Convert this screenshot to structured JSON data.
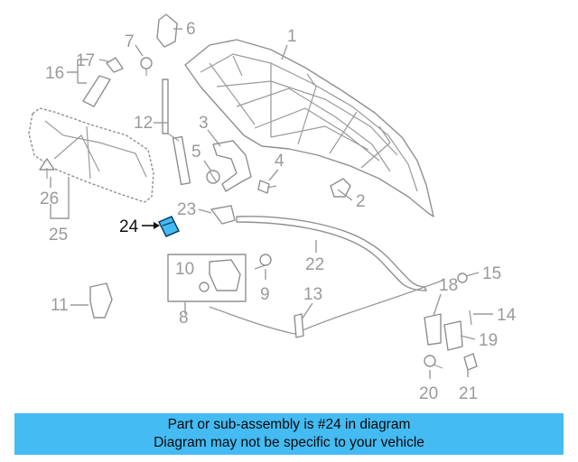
{
  "diagram": {
    "highlight_color": "#44bbf3",
    "labels": {
      "l1": "1",
      "l2": "2",
      "l3": "3",
      "l4": "4",
      "l5": "5",
      "l6": "6",
      "l7": "7",
      "l8": "8",
      "l9": "9",
      "l10": "10",
      "l11": "11",
      "l12": "12",
      "l13": "13",
      "l14": "14",
      "l15": "15",
      "l16": "16",
      "l17": "17",
      "l18": "18",
      "l19": "19",
      "l20": "20",
      "l21": "21",
      "l22": "22",
      "l23": "23",
      "l24": "24",
      "l25": "25",
      "l26": "26"
    }
  },
  "banner": {
    "color": "#44bbf3",
    "line1": "Part or sub-assembly is #24 in diagram",
    "line2": "Diagram may not be specific to your vehicle"
  }
}
